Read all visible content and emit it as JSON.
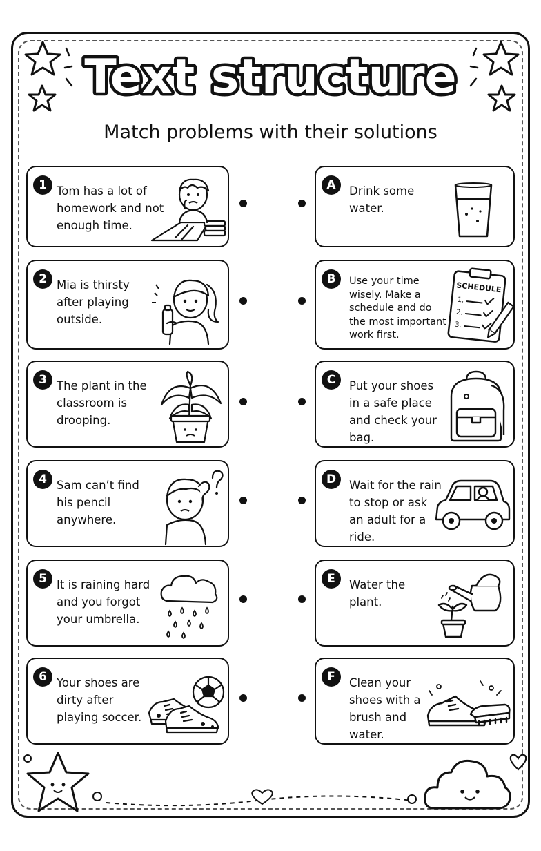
{
  "worksheet": {
    "title": "Text structure",
    "subtitle": "Match problems with their solutions"
  },
  "problems": [
    {
      "marker": "1",
      "text": "Tom has a lot of\nhomework and not\nenough time.",
      "icon": "boy-studying-icon"
    },
    {
      "marker": "2",
      "text": "Mia is thirsty\nafter playing\noutside.",
      "icon": "girl-with-bottle-icon"
    },
    {
      "marker": "3",
      "text": "The plant in the\nclassroom is\ndrooping.",
      "icon": "drooping-plant-icon"
    },
    {
      "marker": "4",
      "text": "Sam can’t find\nhis pencil\nanywhere.",
      "icon": "confused-boy-icon"
    },
    {
      "marker": "5",
      "text": "It is raining hard\nand you forgot\nyour umbrella.",
      "icon": "rain-cloud-icon"
    },
    {
      "marker": "6",
      "text": "Your shoes are\ndirty after\nplaying soccer.",
      "icon": "muddy-shoes-icon"
    }
  ],
  "solutions": [
    {
      "marker": "A",
      "text": "Drink some\nwater.",
      "icon": "water-glass-icon"
    },
    {
      "marker": "B",
      "text": "Use your time\nwisely. Make a\nschedule and do\nthe most important\nwork first.",
      "icon": "schedule-clipboard-icon",
      "clipboard_label": "SCHEDULE",
      "list_items": [
        "1.",
        "2.",
        "3."
      ]
    },
    {
      "marker": "C",
      "text": "Put your shoes\nin a safe place\nand check your\nbag.",
      "icon": "backpack-icon"
    },
    {
      "marker": "D",
      "text": "Wait for the rain\nto stop or ask\nan adult for a\nride.",
      "icon": "car-icon"
    },
    {
      "marker": "E",
      "text": "Water the\nplant.",
      "icon": "watering-can-icon"
    },
    {
      "marker": "F",
      "text": "Clean your\nshoes with a\nbrush and\nwater.",
      "icon": "shoe-brush-icon"
    }
  ]
}
